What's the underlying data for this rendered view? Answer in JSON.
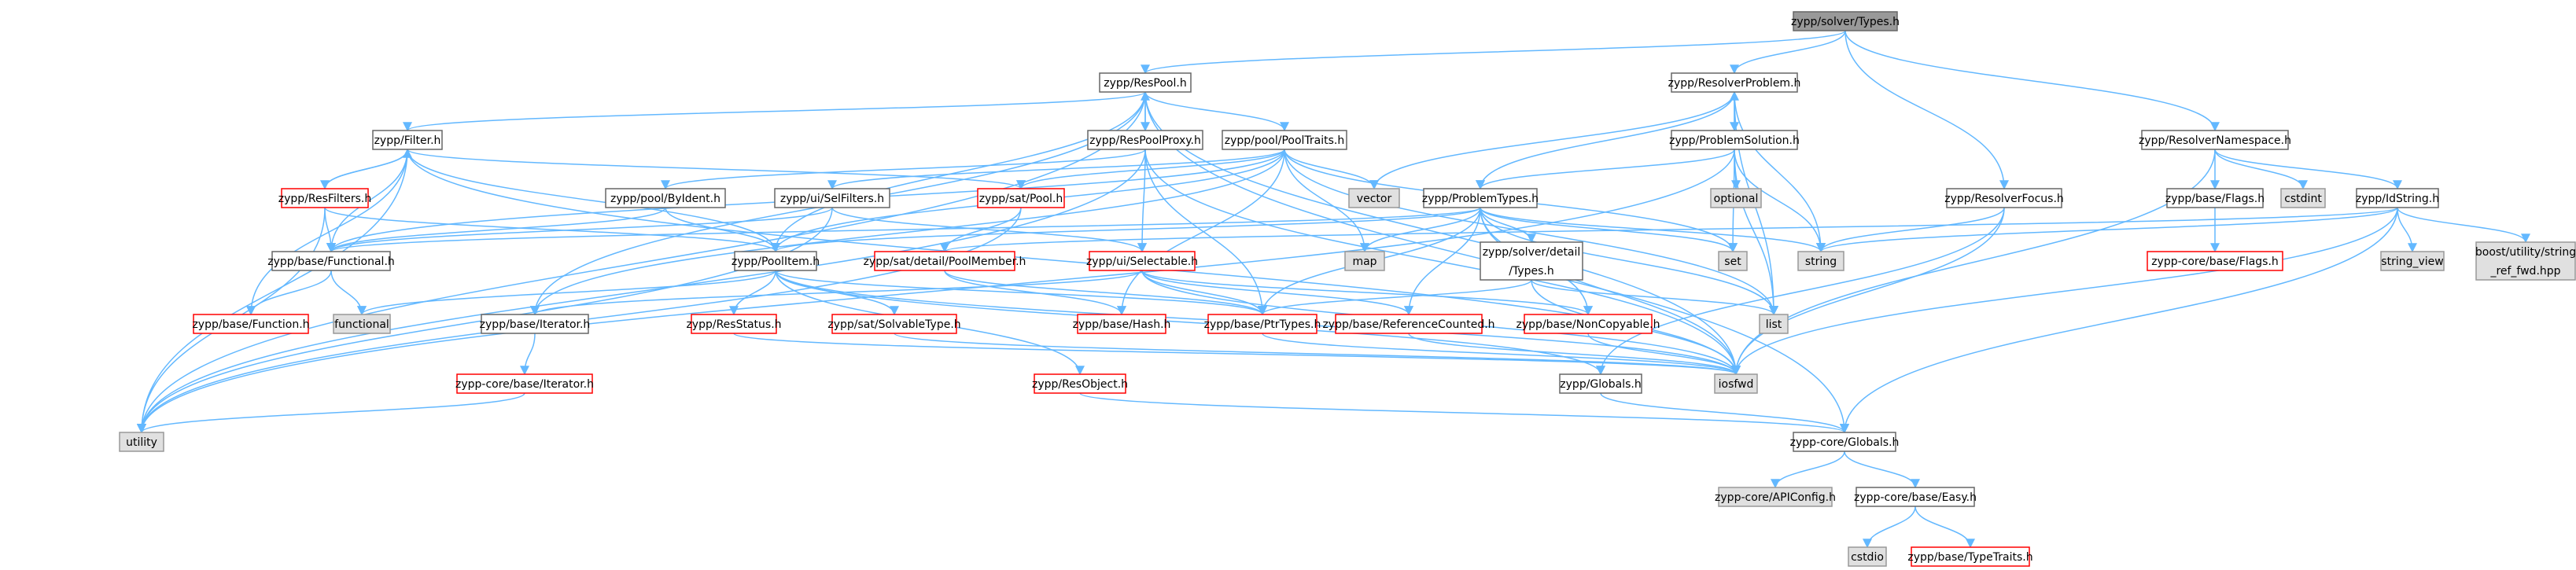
{
  "colors": {
    "edge": "#63b8ff",
    "root_fill": "#999999",
    "normal_fill": "#ffffff",
    "normal_stroke": "#666666",
    "external_fill": "#e0e0e0",
    "external_stroke": "#999999",
    "truncated_stroke": "#ff0000"
  },
  "nodes": [
    {
      "id": "root",
      "lines": [
        "zypp/solver/Types.h"
      ],
      "kind": "root"
    },
    {
      "id": "respool",
      "lines": [
        "zypp/ResPool.h"
      ],
      "kind": "normal"
    },
    {
      "id": "resolverproblem",
      "lines": [
        "zypp/ResolverProblem.h"
      ],
      "kind": "normal"
    },
    {
      "id": "resolvernamespace",
      "lines": [
        "zypp/ResolverNamespace.h"
      ],
      "kind": "normal"
    },
    {
      "id": "filter",
      "lines": [
        "zypp/Filter.h"
      ],
      "kind": "normal"
    },
    {
      "id": "respoolproxy",
      "lines": [
        "zypp/ResPoolProxy.h"
      ],
      "kind": "normal"
    },
    {
      "id": "pooltraits",
      "lines": [
        "zypp/pool/PoolTraits.h"
      ],
      "kind": "normal"
    },
    {
      "id": "problemsolution",
      "lines": [
        "zypp/ProblemSolution.h"
      ],
      "kind": "normal"
    },
    {
      "id": "resfilters",
      "lines": [
        "zypp/ResFilters.h"
      ],
      "kind": "truncated"
    },
    {
      "id": "poolbyident",
      "lines": [
        "zypp/pool/ByIdent.h"
      ],
      "kind": "normal"
    },
    {
      "id": "selfilters",
      "lines": [
        "zypp/ui/SelFilters.h"
      ],
      "kind": "normal"
    },
    {
      "id": "satpool",
      "lines": [
        "zypp/sat/Pool.h"
      ],
      "kind": "truncated"
    },
    {
      "id": "vector",
      "lines": [
        "vector"
      ],
      "kind": "external"
    },
    {
      "id": "problemtypes",
      "lines": [
        "zypp/ProblemTypes.h"
      ],
      "kind": "normal"
    },
    {
      "id": "optional",
      "lines": [
        "optional"
      ],
      "kind": "external"
    },
    {
      "id": "resolverfocus",
      "lines": [
        "zypp/ResolverFocus.h"
      ],
      "kind": "normal"
    },
    {
      "id": "baseflags",
      "lines": [
        "zypp/base/Flags.h"
      ],
      "kind": "normal"
    },
    {
      "id": "cstdint",
      "lines": [
        "cstdint"
      ],
      "kind": "external"
    },
    {
      "id": "idstring",
      "lines": [
        "zypp/IdString.h"
      ],
      "kind": "normal"
    },
    {
      "id": "functional_h",
      "lines": [
        "zypp/base/Functional.h"
      ],
      "kind": "normal"
    },
    {
      "id": "poolitem",
      "lines": [
        "zypp/PoolItem.h"
      ],
      "kind": "normal"
    },
    {
      "id": "poolmember",
      "lines": [
        "zypp/sat/detail/PoolMember.h"
      ],
      "kind": "truncated"
    },
    {
      "id": "selectable",
      "lines": [
        "zypp/ui/Selectable.h"
      ],
      "kind": "truncated"
    },
    {
      "id": "map",
      "lines": [
        "map"
      ],
      "kind": "external"
    },
    {
      "id": "soltypes",
      "lines": [
        "zypp/solver/detail",
        "/Types.h"
      ],
      "kind": "normal"
    },
    {
      "id": "set",
      "lines": [
        "set"
      ],
      "kind": "external"
    },
    {
      "id": "string",
      "lines": [
        "string"
      ],
      "kind": "external"
    },
    {
      "id": "coreflags",
      "lines": [
        "zypp-core/base/Flags.h"
      ],
      "kind": "truncated"
    },
    {
      "id": "stringview",
      "lines": [
        "string_view"
      ],
      "kind": "external"
    },
    {
      "id": "boostref",
      "lines": [
        "boost/utility/string",
        "_ref_fwd.hpp"
      ],
      "kind": "external"
    },
    {
      "id": "function_h",
      "lines": [
        "zypp/base/Function.h"
      ],
      "kind": "truncated"
    },
    {
      "id": "functional",
      "lines": [
        "functional"
      ],
      "kind": "external"
    },
    {
      "id": "baseiterator",
      "lines": [
        "zypp/base/Iterator.h"
      ],
      "kind": "normal"
    },
    {
      "id": "resstatus",
      "lines": [
        "zypp/ResStatus.h"
      ],
      "kind": "truncated"
    },
    {
      "id": "solvabletype",
      "lines": [
        "zypp/sat/SolvableType.h"
      ],
      "kind": "truncated"
    },
    {
      "id": "hash",
      "lines": [
        "zypp/base/Hash.h"
      ],
      "kind": "truncated"
    },
    {
      "id": "ptrtypes",
      "lines": [
        "zypp/base/PtrTypes.h"
      ],
      "kind": "truncated"
    },
    {
      "id": "refcounted",
      "lines": [
        "zypp/base/ReferenceCounted.h"
      ],
      "kind": "truncated"
    },
    {
      "id": "noncopyable",
      "lines": [
        "zypp/base/NonCopyable.h"
      ],
      "kind": "truncated"
    },
    {
      "id": "list",
      "lines": [
        "list"
      ],
      "kind": "external"
    },
    {
      "id": "coreiterator",
      "lines": [
        "zypp-core/base/Iterator.h"
      ],
      "kind": "truncated"
    },
    {
      "id": "iosfwd",
      "lines": [
        "iosfwd"
      ],
      "kind": "external"
    },
    {
      "id": "globals",
      "lines": [
        "zypp/Globals.h"
      ],
      "kind": "normal"
    },
    {
      "id": "resobject",
      "lines": [
        "zypp/ResObject.h"
      ],
      "kind": "truncated"
    },
    {
      "id": "utility",
      "lines": [
        "utility"
      ],
      "kind": "external"
    },
    {
      "id": "coreglobals",
      "lines": [
        "zypp-core/Globals.h"
      ],
      "kind": "normal"
    },
    {
      "id": "apiconfig",
      "lines": [
        "zypp-core/APIConfig.h"
      ],
      "kind": "external"
    },
    {
      "id": "easy",
      "lines": [
        "zypp-core/base/Easy.h"
      ],
      "kind": "normal"
    },
    {
      "id": "cstdio",
      "lines": [
        "cstdio"
      ],
      "kind": "external"
    },
    {
      "id": "typetraits",
      "lines": [
        "zypp/base/TypeTraits.h"
      ],
      "kind": "truncated"
    }
  ],
  "edges": [
    [
      "root",
      "respool"
    ],
    [
      "root",
      "resolverproblem"
    ],
    [
      "root",
      "resolvernamespace"
    ],
    [
      "root",
      "resolverfocus"
    ],
    [
      "respool",
      "filter"
    ],
    [
      "respool",
      "respoolproxy"
    ],
    [
      "respool",
      "pooltraits"
    ],
    [
      "respool",
      "poolitem"
    ],
    [
      "respool",
      "baseiterator"
    ],
    [
      "respool",
      "utility"
    ],
    [
      "respool",
      "iosfwd"
    ],
    [
      "respool",
      "coreglobals"
    ],
    [
      "respoolproxy",
      "respool"
    ],
    [
      "respoolproxy",
      "selectable"
    ],
    [
      "respoolproxy",
      "ptrtypes"
    ],
    [
      "respoolproxy",
      "poolbyident"
    ],
    [
      "respoolproxy",
      "utility"
    ],
    [
      "respoolproxy",
      "iosfwd"
    ],
    [
      "pooltraits",
      "vector"
    ],
    [
      "pooltraits",
      "map"
    ],
    [
      "pooltraits",
      "set"
    ],
    [
      "pooltraits",
      "list"
    ],
    [
      "pooltraits",
      "satpool"
    ],
    [
      "pooltraits",
      "selfilters"
    ],
    [
      "pooltraits",
      "baseiterator"
    ],
    [
      "pooltraits",
      "poolitem"
    ],
    [
      "pooltraits",
      "hash"
    ],
    [
      "pooltraits",
      "functional_h"
    ],
    [
      "filter",
      "resfilters"
    ],
    [
      "filter",
      "functional_h"
    ],
    [
      "filter",
      "poolitem"
    ],
    [
      "filter",
      "satpool"
    ],
    [
      "filter",
      "function_h"
    ],
    [
      "filter",
      "utility"
    ],
    [
      "filter",
      "iosfwd"
    ],
    [
      "resfilters",
      "filter"
    ],
    [
      "resfilters",
      "functional_h"
    ],
    [
      "resfilters",
      "poolitem"
    ],
    [
      "resfilters",
      "utility"
    ],
    [
      "poolbyident",
      "poolitem"
    ],
    [
      "poolbyident",
      "functional_h"
    ],
    [
      "selfilters",
      "functional_h"
    ],
    [
      "selfilters",
      "selectable"
    ],
    [
      "selfilters",
      "utility"
    ],
    [
      "satpool",
      "poolmember"
    ],
    [
      "satpool",
      "utility"
    ],
    [
      "resolverproblem",
      "problemsolution"
    ],
    [
      "resolverproblem",
      "problemtypes"
    ],
    [
      "resolverproblem",
      "list"
    ],
    [
      "resolverproblem",
      "string"
    ],
    [
      "resolverproblem",
      "vector"
    ],
    [
      "problemsolution",
      "resolverproblem"
    ],
    [
      "problemsolution",
      "problemtypes"
    ],
    [
      "problemsolution",
      "optional"
    ],
    [
      "problemsolution",
      "string"
    ],
    [
      "problemsolution",
      "list"
    ],
    [
      "problemsolution",
      "set"
    ],
    [
      "problemsolution",
      "utility"
    ],
    [
      "problemtypes",
      "poolitem"
    ],
    [
      "problemtypes",
      "map"
    ],
    [
      "problemtypes",
      "set"
    ],
    [
      "problemtypes",
      "list"
    ],
    [
      "problemtypes",
      "string"
    ],
    [
      "problemtypes",
      "soltypes"
    ],
    [
      "problemtypes",
      "ptrtypes"
    ],
    [
      "problemtypes",
      "refcounted"
    ],
    [
      "problemtypes",
      "noncopyable"
    ],
    [
      "problemtypes",
      "iosfwd"
    ],
    [
      "problemtypes",
      "functional_h"
    ],
    [
      "resolvernamespace",
      "baseflags"
    ],
    [
      "resolvernamespace",
      "cstdint"
    ],
    [
      "resolvernamespace",
      "idstring"
    ],
    [
      "resolvernamespace",
      "iosfwd"
    ],
    [
      "baseflags",
      "coreflags"
    ],
    [
      "idstring",
      "string"
    ],
    [
      "idstring",
      "stringview"
    ],
    [
      "idstring",
      "boostref"
    ],
    [
      "idstring",
      "iosfwd"
    ],
    [
      "idstring",
      "poolmember"
    ],
    [
      "idstring",
      "coreglobals"
    ],
    [
      "resolverfocus",
      "string"
    ],
    [
      "resolverfocus",
      "iosfwd"
    ],
    [
      "resolverfocus",
      "globals"
    ],
    [
      "functional_h",
      "function_h"
    ],
    [
      "functional_h",
      "functional"
    ],
    [
      "poolitem",
      "functional"
    ],
    [
      "poolitem",
      "resstatus"
    ],
    [
      "poolitem",
      "solvabletype"
    ],
    [
      "poolitem",
      "ptrtypes"
    ],
    [
      "poolitem",
      "resobject"
    ],
    [
      "poolitem",
      "iosfwd"
    ],
    [
      "poolitem",
      "globals"
    ],
    [
      "poolmember",
      "hash"
    ],
    [
      "poolmember",
      "ptrtypes"
    ],
    [
      "selectable",
      "ptrtypes"
    ],
    [
      "selectable",
      "refcounted"
    ],
    [
      "selectable",
      "noncopyable"
    ],
    [
      "selectable",
      "iosfwd"
    ],
    [
      "selectable",
      "baseiterator"
    ],
    [
      "soltypes",
      "list"
    ],
    [
      "soltypes",
      "ptrtypes"
    ],
    [
      "soltypes",
      "iosfwd"
    ],
    [
      "baseiterator",
      "coreiterator"
    ],
    [
      "coreiterator",
      "utility"
    ],
    [
      "resstatus",
      "iosfwd"
    ],
    [
      "solvabletype",
      "iosfwd"
    ],
    [
      "ptrtypes",
      "iosfwd"
    ],
    [
      "refcounted",
      "iosfwd"
    ],
    [
      "noncopyable",
      "iosfwd"
    ],
    [
      "globals",
      "coreglobals"
    ],
    [
      "resobject",
      "coreglobals"
    ],
    [
      "coreglobals",
      "apiconfig"
    ],
    [
      "coreglobals",
      "easy"
    ],
    [
      "easy",
      "cstdio"
    ],
    [
      "easy",
      "typetraits"
    ]
  ]
}
